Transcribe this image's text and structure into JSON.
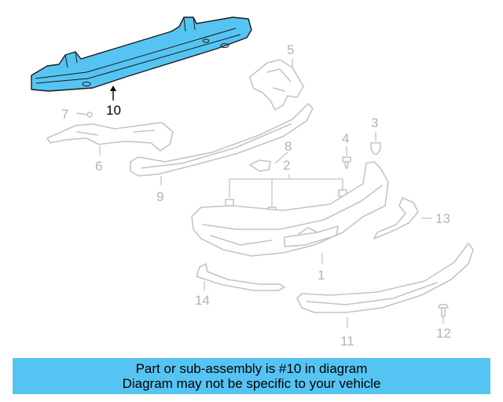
{
  "diagram": {
    "callouts": {
      "c1": "1",
      "c2": "2",
      "c3": "3",
      "c4": "4",
      "c5": "5",
      "c6": "6",
      "c7": "7",
      "c8": "8",
      "c9": "9",
      "c10": "10",
      "c11": "11",
      "c12": "12",
      "c13": "13",
      "c14": "14"
    },
    "highlighted_part": "10",
    "highlight_color": "#56c4f2",
    "ghost_color": "#c4c4c4"
  },
  "banner": {
    "line1": "Part or sub-assembly is #10 in diagram",
    "line2": "Diagram may not be specific to your vehicle",
    "background": "#56c4f2"
  }
}
